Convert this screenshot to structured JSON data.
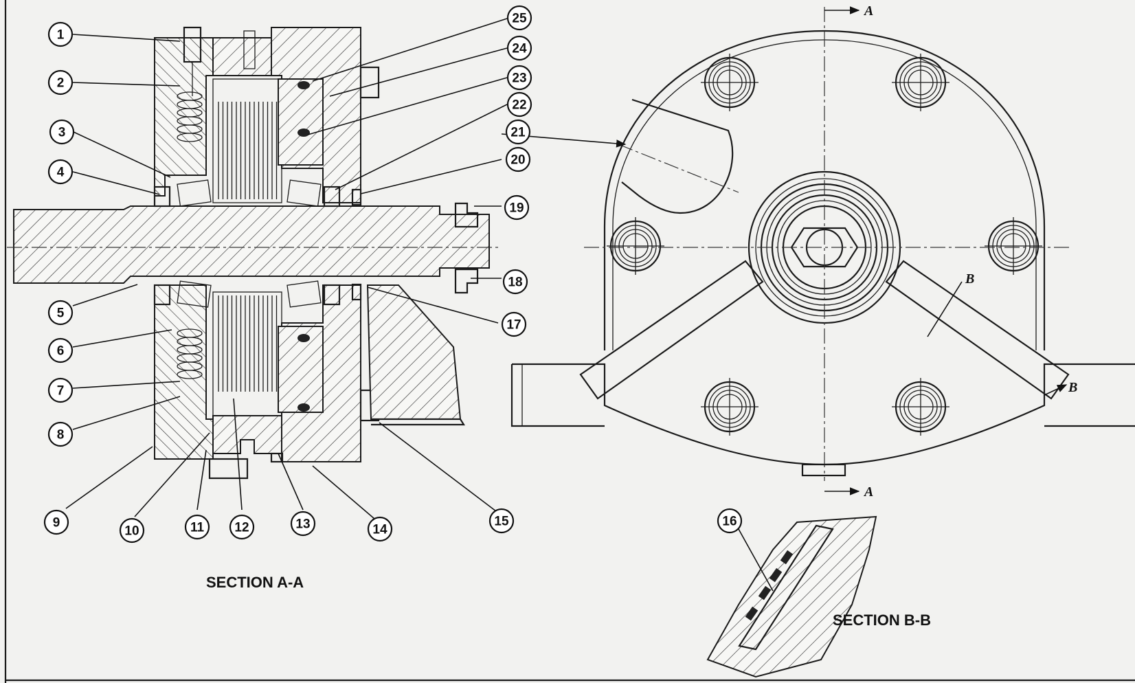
{
  "section_titles": {
    "a": "SECTION A-A",
    "b": "SECTION B-B"
  },
  "section_markers": {
    "a_top": "A",
    "a_bottom": "A",
    "b_upper": "B",
    "b_lower": "B"
  },
  "callouts": [
    {
      "id": "1",
      "label": "1"
    },
    {
      "id": "2",
      "label": "2"
    },
    {
      "id": "3",
      "label": "3"
    },
    {
      "id": "4",
      "label": "4"
    },
    {
      "id": "5",
      "label": "5"
    },
    {
      "id": "6",
      "label": "6"
    },
    {
      "id": "7",
      "label": "7"
    },
    {
      "id": "8",
      "label": "8"
    },
    {
      "id": "9",
      "label": "9"
    },
    {
      "id": "10",
      "label": "10"
    },
    {
      "id": "11",
      "label": "11"
    },
    {
      "id": "12",
      "label": "12"
    },
    {
      "id": "13",
      "label": "13"
    },
    {
      "id": "14",
      "label": "14"
    },
    {
      "id": "15",
      "label": "15"
    },
    {
      "id": "16",
      "label": "16"
    },
    {
      "id": "17",
      "label": "17"
    },
    {
      "id": "18",
      "label": "18"
    },
    {
      "id": "19",
      "label": "19"
    },
    {
      "id": "20",
      "label": "20"
    },
    {
      "id": "21",
      "label": "21"
    },
    {
      "id": "22",
      "label": "22"
    },
    {
      "id": "23",
      "label": "23"
    },
    {
      "id": "24",
      "label": "24"
    },
    {
      "id": "25",
      "label": "25"
    }
  ],
  "colors": {
    "background": "#f2f2f0",
    "ink": "#1a1a1a"
  }
}
